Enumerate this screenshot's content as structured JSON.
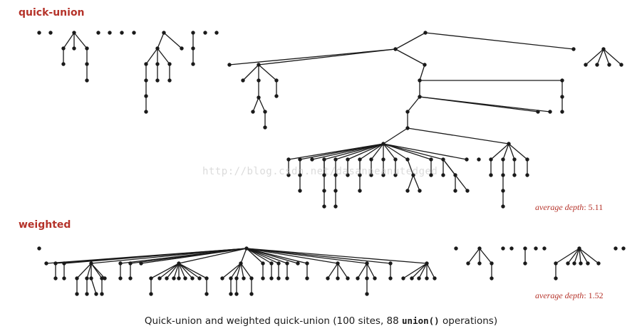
{
  "figure": {
    "caption_prefix": "Quick-union and weighted quick-union (100 sites, 88 ",
    "caption_code": "union()",
    "caption_suffix": " operations)"
  },
  "sections": {
    "quick_union": {
      "label": "quick-union",
      "average_depth_label": "average depth",
      "average_depth_value": ": 5.11"
    },
    "weighted": {
      "label": "weighted",
      "average_depth_label": "average depth",
      "average_depth_value": ": 1.52"
    }
  },
  "watermark": "http://blog.csdn.net/dasanpeanutedged",
  "colors": {
    "label": "#b5332a",
    "node": "#1a1a1a",
    "edge": "#1a1a1a",
    "caption": "#1a1a1a"
  }
}
